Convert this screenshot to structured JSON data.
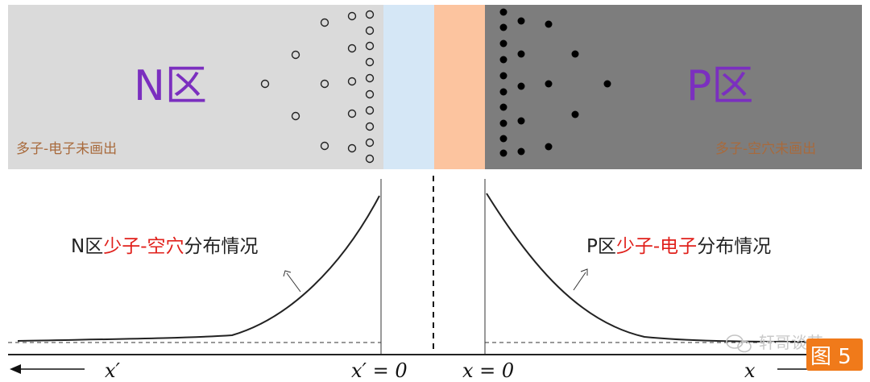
{
  "regions": {
    "n_label": "N区",
    "p_label": "P区",
    "n_note": "多子-电子未画出",
    "p_note": "多子-空穴未画出"
  },
  "curve_labels": {
    "n_prefix": "N区",
    "n_highlight": "少子-空穴",
    "n_suffix": "分布情况",
    "p_prefix": "P区",
    "p_highlight": "少子-电子",
    "p_suffix": "分布情况"
  },
  "axis": {
    "x_prime": "x′",
    "x_prime_zero": "x′ = 0",
    "x_zero": "x = 0",
    "x": "x"
  },
  "watermark": {
    "text": "轩哥谈芯",
    "badge": "图 5"
  },
  "colors": {
    "n_region": "#dadada",
    "n_depletion": "#d5e7f6",
    "p_depletion": "#fcc49f",
    "p_region": "#7d7d7d",
    "region_label": "#7b2fbf",
    "note": "#a86a3c",
    "highlight": "#e0201b",
    "badge": "#f07a1a"
  },
  "icons": {
    "hole_marker": "hollow-circle",
    "electron_marker": "filled-circle",
    "wechat_logo": "wechat-icon"
  }
}
